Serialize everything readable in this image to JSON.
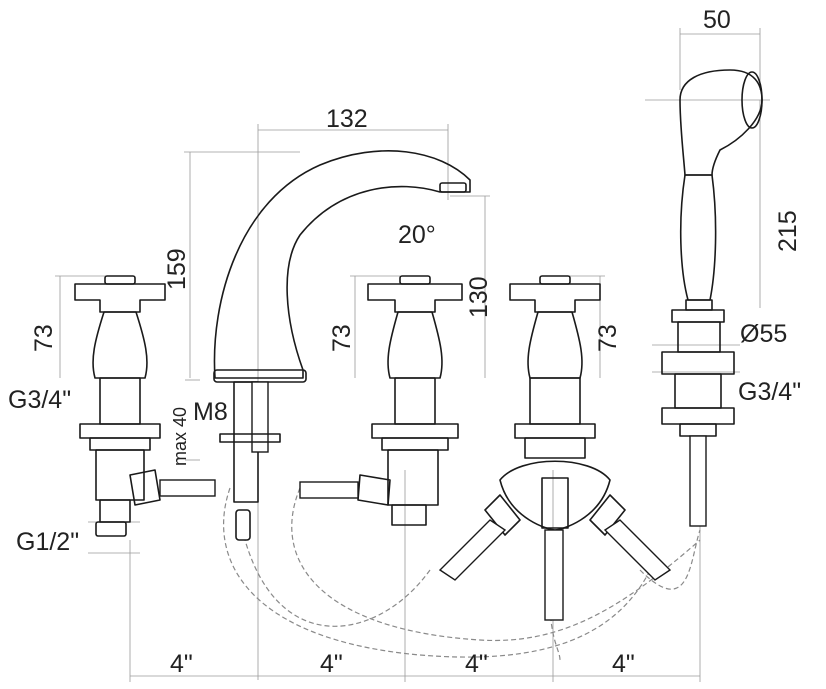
{
  "diagram": {
    "dimensions": {
      "spout_width": "132",
      "spout_height": "159",
      "spout_outlet_height": "130",
      "spout_angle": "20°",
      "handle_left_height": "73",
      "handle_center_height": "73",
      "handle_diverter_height": "73",
      "shower_head_width": "50",
      "shower_handle_length": "215",
      "shower_holder_diameter": "Ø55",
      "thread_left": "G3/4\"",
      "thread_shower": "G3/4\"",
      "thread_inlet": "G1/2\"",
      "stud_thread": "M8",
      "max_deck": "max 40",
      "spacing_1": "4\"",
      "spacing_2": "4\"",
      "spacing_3": "4\"",
      "spacing_4": "4\""
    }
  }
}
